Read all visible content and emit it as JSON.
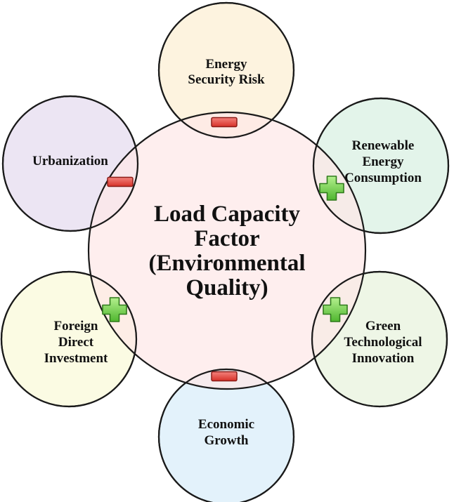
{
  "center": {
    "lines": [
      "Load Capacity",
      "Factor",
      "(Environmental",
      "Quality)"
    ],
    "fill": "#fde8e8"
  },
  "factors": [
    {
      "id": "energy-security-risk",
      "lines": [
        "Energy",
        "Security Risk"
      ],
      "fill": "#fdf3df",
      "effect": "negative"
    },
    {
      "id": "renewable-energy-consumption",
      "lines": [
        "Renewable",
        "Energy",
        "Consumption"
      ],
      "fill": "#e3f4ea",
      "effect": "positive"
    },
    {
      "id": "green-technological-innovation",
      "lines": [
        "Green",
        "Technological",
        "Innovation"
      ],
      "fill": "#eef6e6",
      "effect": "positive"
    },
    {
      "id": "economic-growth",
      "lines": [
        "Economic",
        "Growth"
      ],
      "fill": "#e3f2fb",
      "effect": "negative"
    },
    {
      "id": "foreign-direct-investment",
      "lines": [
        "Foreign",
        "Direct",
        "Investment"
      ],
      "fill": "#fbfbe3",
      "effect": "positive"
    },
    {
      "id": "urbanization",
      "lines": [
        "Urbanization"
      ],
      "fill": "#ece5f3",
      "effect": "negative"
    }
  ],
  "colors": {
    "stroke": "#1a1a1a",
    "minus_fill": "#e8463f",
    "minus_stroke": "#8a1c18",
    "plus_fill": "#7ed957",
    "plus_stroke": "#2f7a1c",
    "text": "#111111"
  },
  "icons": {
    "negative": "minus-icon",
    "positive": "plus-icon"
  }
}
